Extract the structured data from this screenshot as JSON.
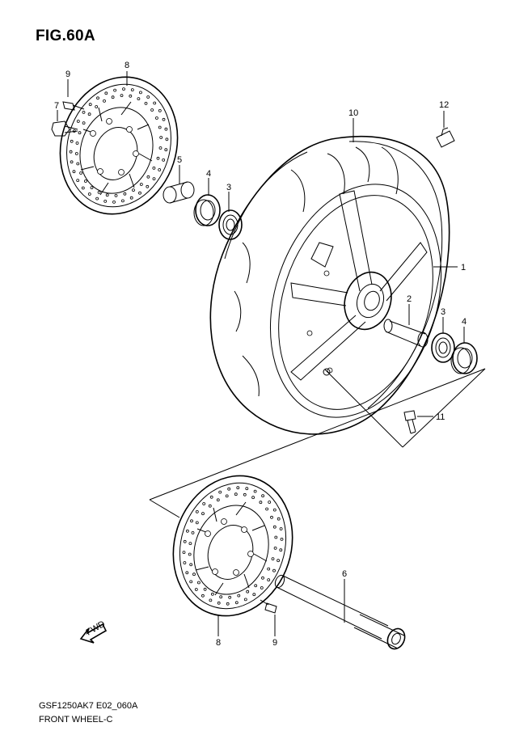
{
  "figure": {
    "title": "FIG.60A",
    "code": "GSF1250AK7 E02_060A",
    "name": "FRONT WHEEL-C"
  },
  "callouts": [
    {
      "id": "c8a",
      "label": "8"
    },
    {
      "id": "c9a",
      "label": "9"
    },
    {
      "id": "c7",
      "label": "7"
    },
    {
      "id": "c5",
      "label": "5"
    },
    {
      "id": "c4a",
      "label": "4"
    },
    {
      "id": "c3a",
      "label": "3"
    },
    {
      "id": "c10",
      "label": "10"
    },
    {
      "id": "c12",
      "label": "12"
    },
    {
      "id": "c1",
      "label": "1"
    },
    {
      "id": "c2",
      "label": "2"
    },
    {
      "id": "c3b",
      "label": "3"
    },
    {
      "id": "c4b",
      "label": "4"
    },
    {
      "id": "c11",
      "label": "11"
    },
    {
      "id": "c6",
      "label": "6"
    },
    {
      "id": "c8b",
      "label": "8"
    },
    {
      "id": "c9b",
      "label": "9"
    }
  ],
  "fwd_label": "FWD"
}
